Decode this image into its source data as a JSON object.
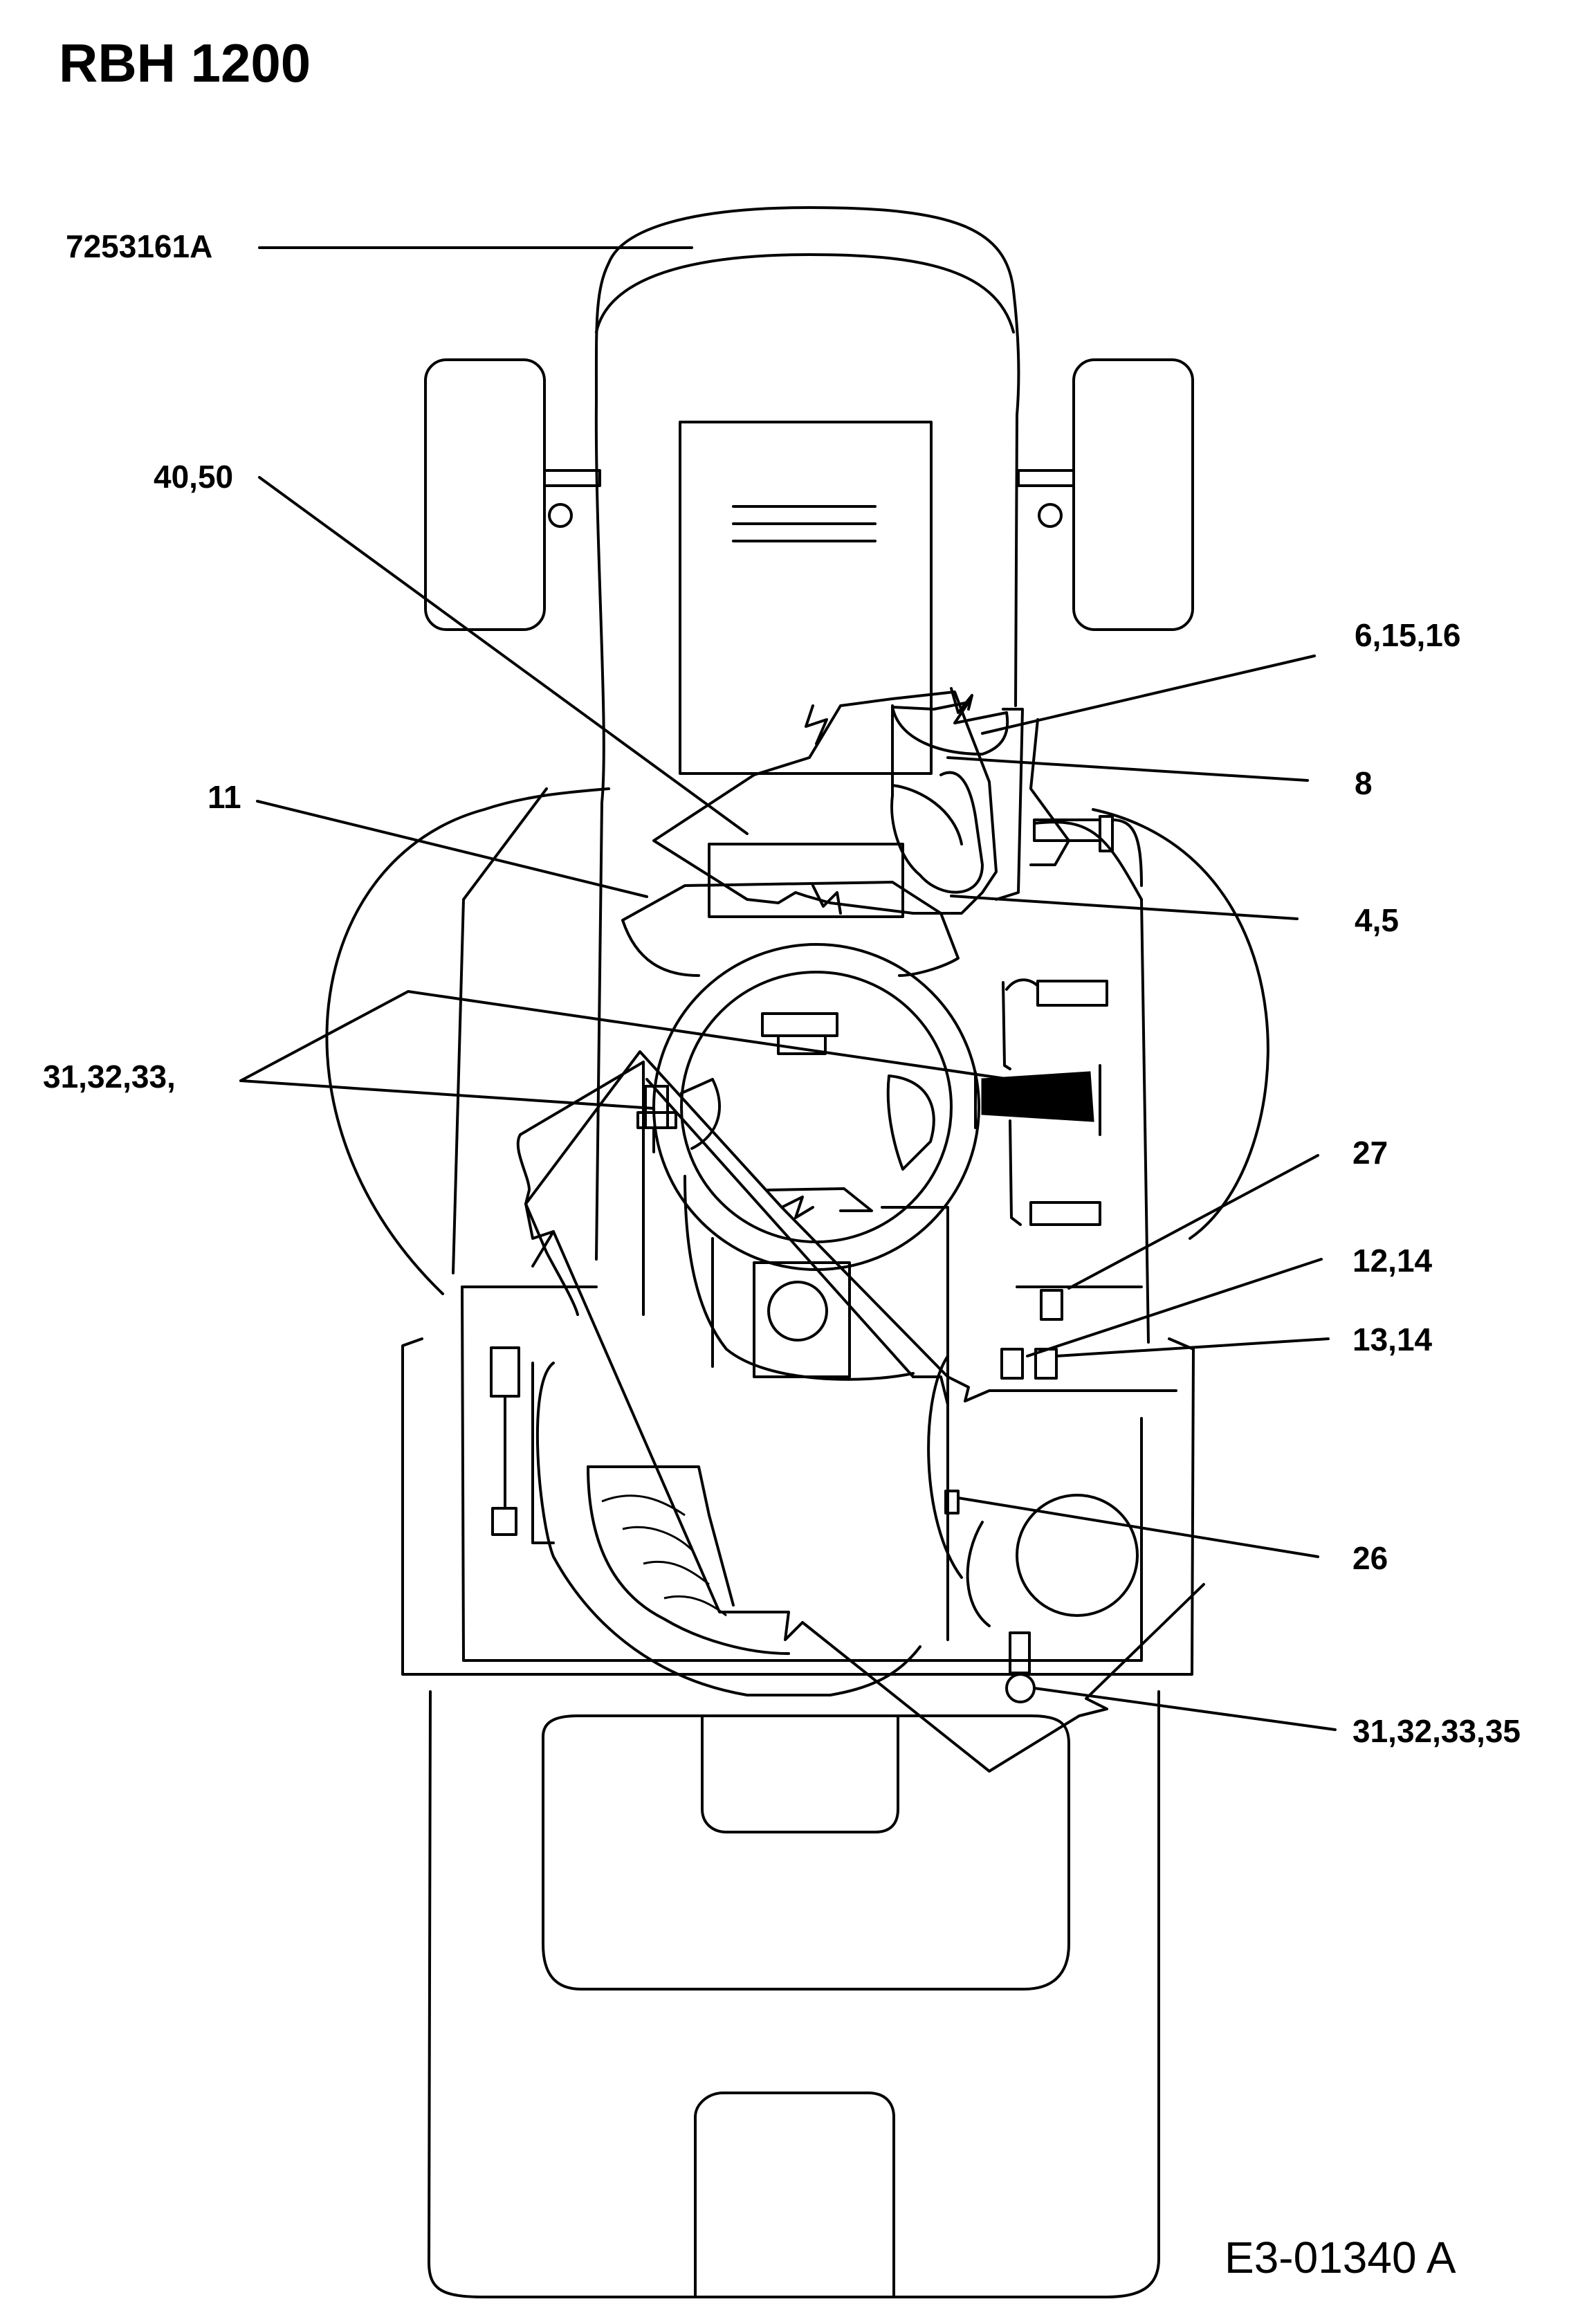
{
  "diagram": {
    "title": "RBH 1200",
    "drawing_code": "E3-01340 A",
    "callouts": {
      "hood": "7253161A",
      "c_40_50": "40,50",
      "c_6_15_16": "6,15,16",
      "c_8": "8",
      "c_11": "11",
      "c_4_5": "4,5",
      "c_31_32_33_left": "31,32,33,",
      "c_27": "27",
      "c_12_14": "12,14",
      "c_13_14": "13,14",
      "c_26": "26",
      "c_31_32_33_35": "31,32,33,35"
    }
  }
}
